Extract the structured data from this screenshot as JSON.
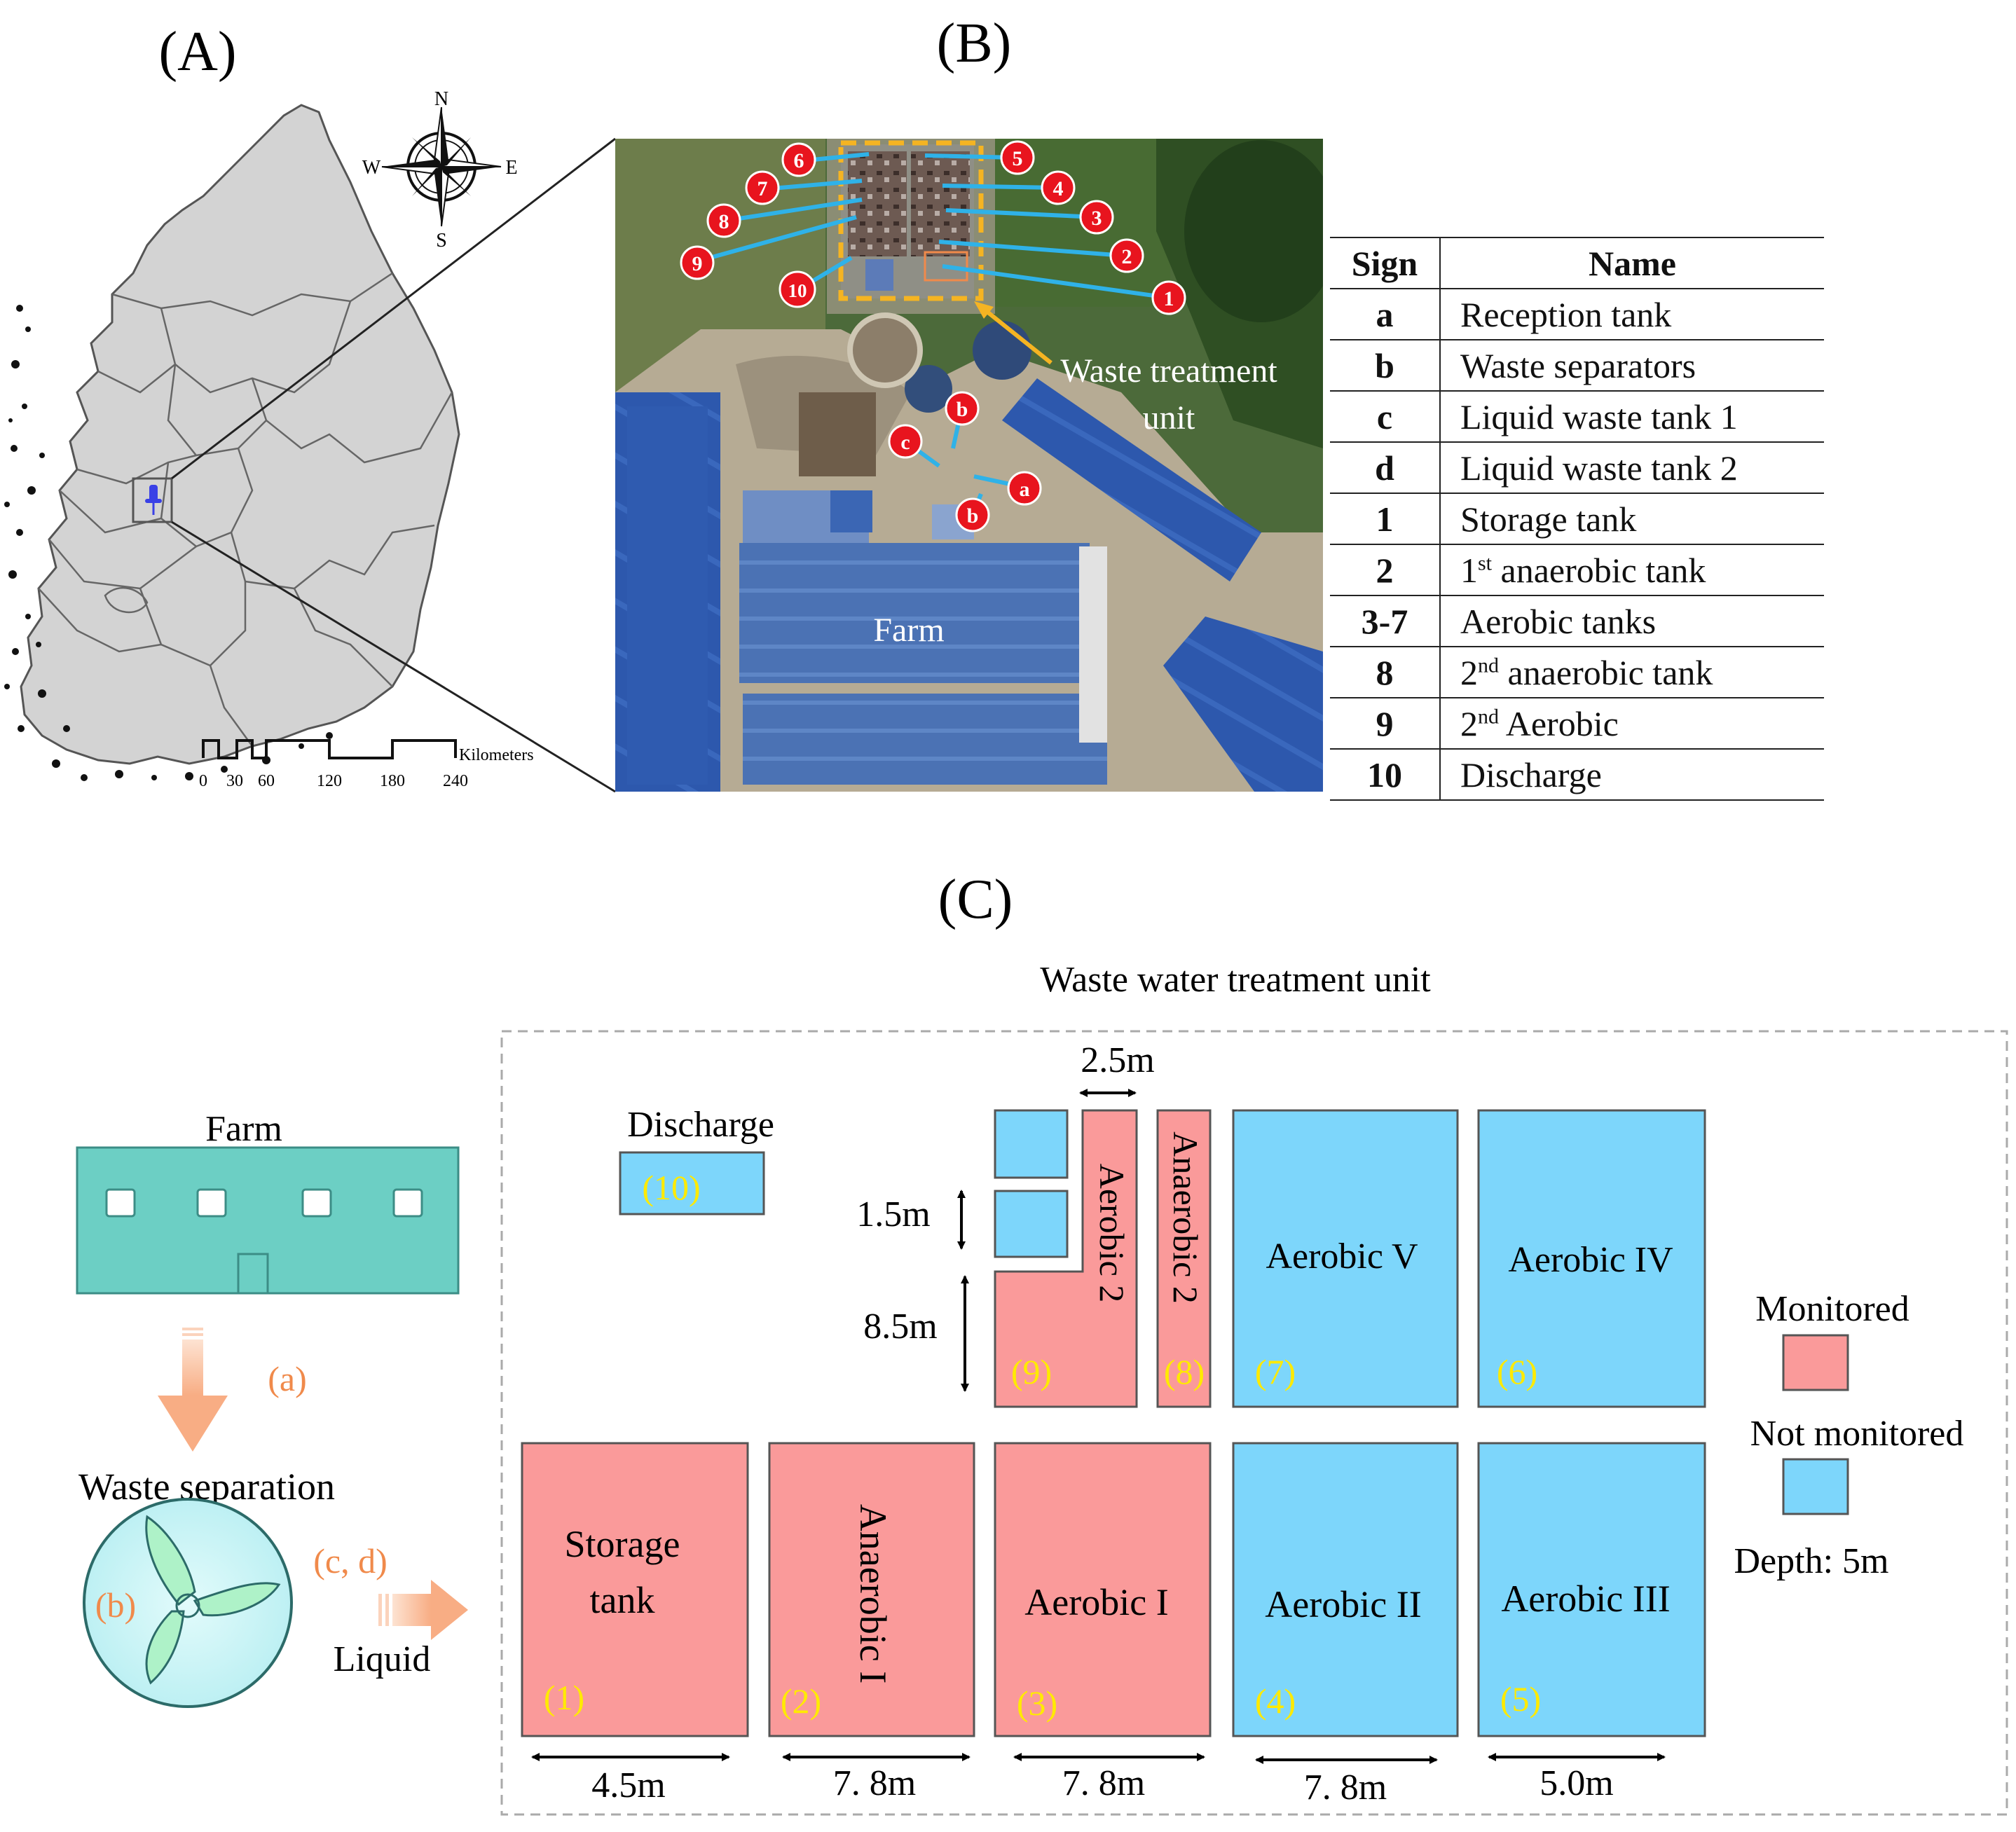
{
  "panels": {
    "a": "(A)",
    "b": "(B)",
    "c": "(C)"
  },
  "map": {
    "compass": {
      "n": "N",
      "s": "S",
      "e": "E",
      "w": "W"
    },
    "scale_unit": "Kilometers",
    "scale_ticks": [
      "0",
      "30",
      "60",
      "120",
      "180",
      "240"
    ]
  },
  "aerial": {
    "markers": [
      "1",
      "2",
      "3",
      "4",
      "5",
      "6",
      "7",
      "8",
      "9",
      "10",
      "a",
      "b",
      "b",
      "c"
    ],
    "label_unit_line1": "Waste treatment",
    "label_unit_line2": "unit",
    "label_farm": "Farm"
  },
  "sign_table": {
    "header_sign": "Sign",
    "header_name": "Name",
    "rows": [
      {
        "sign": "a",
        "name": "Reception tank"
      },
      {
        "sign": "b",
        "name": "Waste separators"
      },
      {
        "sign": "c",
        "name": "Liquid waste tank 1"
      },
      {
        "sign": "d",
        "name": "Liquid waste tank 2"
      },
      {
        "sign": "1",
        "name": "Storage tank"
      },
      {
        "sign": "2",
        "name_pre": "1",
        "name_sup": "st",
        "name_post": " anaerobic tank"
      },
      {
        "sign": "3-7",
        "name": "Aerobic tanks"
      },
      {
        "sign": "8",
        "name_pre": "2",
        "name_sup": "nd",
        "name_post": " anaerobic tank"
      },
      {
        "sign": "9",
        "name_pre": "2",
        "name_sup": "nd",
        "name_post": " Aerobic"
      },
      {
        "sign": "10",
        "name": "Discharge"
      }
    ]
  },
  "schematic": {
    "title": "Waste water treatment unit",
    "farm_label": "Farm",
    "step_a": "(a)",
    "separation_label": "Waste separation",
    "step_b": "(b)",
    "step_cd": "(c, d)",
    "liquid_label": "Liquid",
    "discharge_label": "Discharge",
    "tanks": {
      "storage_line1": "Storage",
      "storage_line2": "tank",
      "anaerobic_1": "Anaerobic I",
      "aerobic_1": "Aerobic I",
      "aerobic_2": "Aerobic II",
      "aerobic_3": "Aerobic III",
      "aerobic_4": "Aerobic IV",
      "aerobic_5": "Aerobic V",
      "aerobic_2nd": "Aerobic 2",
      "anaerobic_2nd": "Anaerobic 2"
    },
    "tank_numbers": [
      "(1)",
      "(2)",
      "(3)",
      "(4)",
      "(5)",
      "(6)",
      "(7)",
      "(8)",
      "(9)",
      "(10)"
    ],
    "dimensions": {
      "d1": "4.5m",
      "d2": "7. 8m",
      "d3": "7. 8m",
      "d4": "7. 8m",
      "d5": "5.0m",
      "width_top": "2.5m",
      "h1": "1.5m",
      "h2": "8.5m"
    },
    "legend": {
      "monitored": "Monitored",
      "not_monitored": "Not monitored",
      "depth": "Depth: 5m"
    }
  },
  "colors": {
    "monitored": "#fa9a9a",
    "not_monitored": "#7dd6fb",
    "farm_building": "#6ccfc4",
    "arrow": "#f8b48e",
    "label_orange": "#f08a4b",
    "tank_number": "#ffea00",
    "marker_red": "#e8141e",
    "leader_blue": "#2fb2e8",
    "dashed_orange": "#f5b422"
  }
}
